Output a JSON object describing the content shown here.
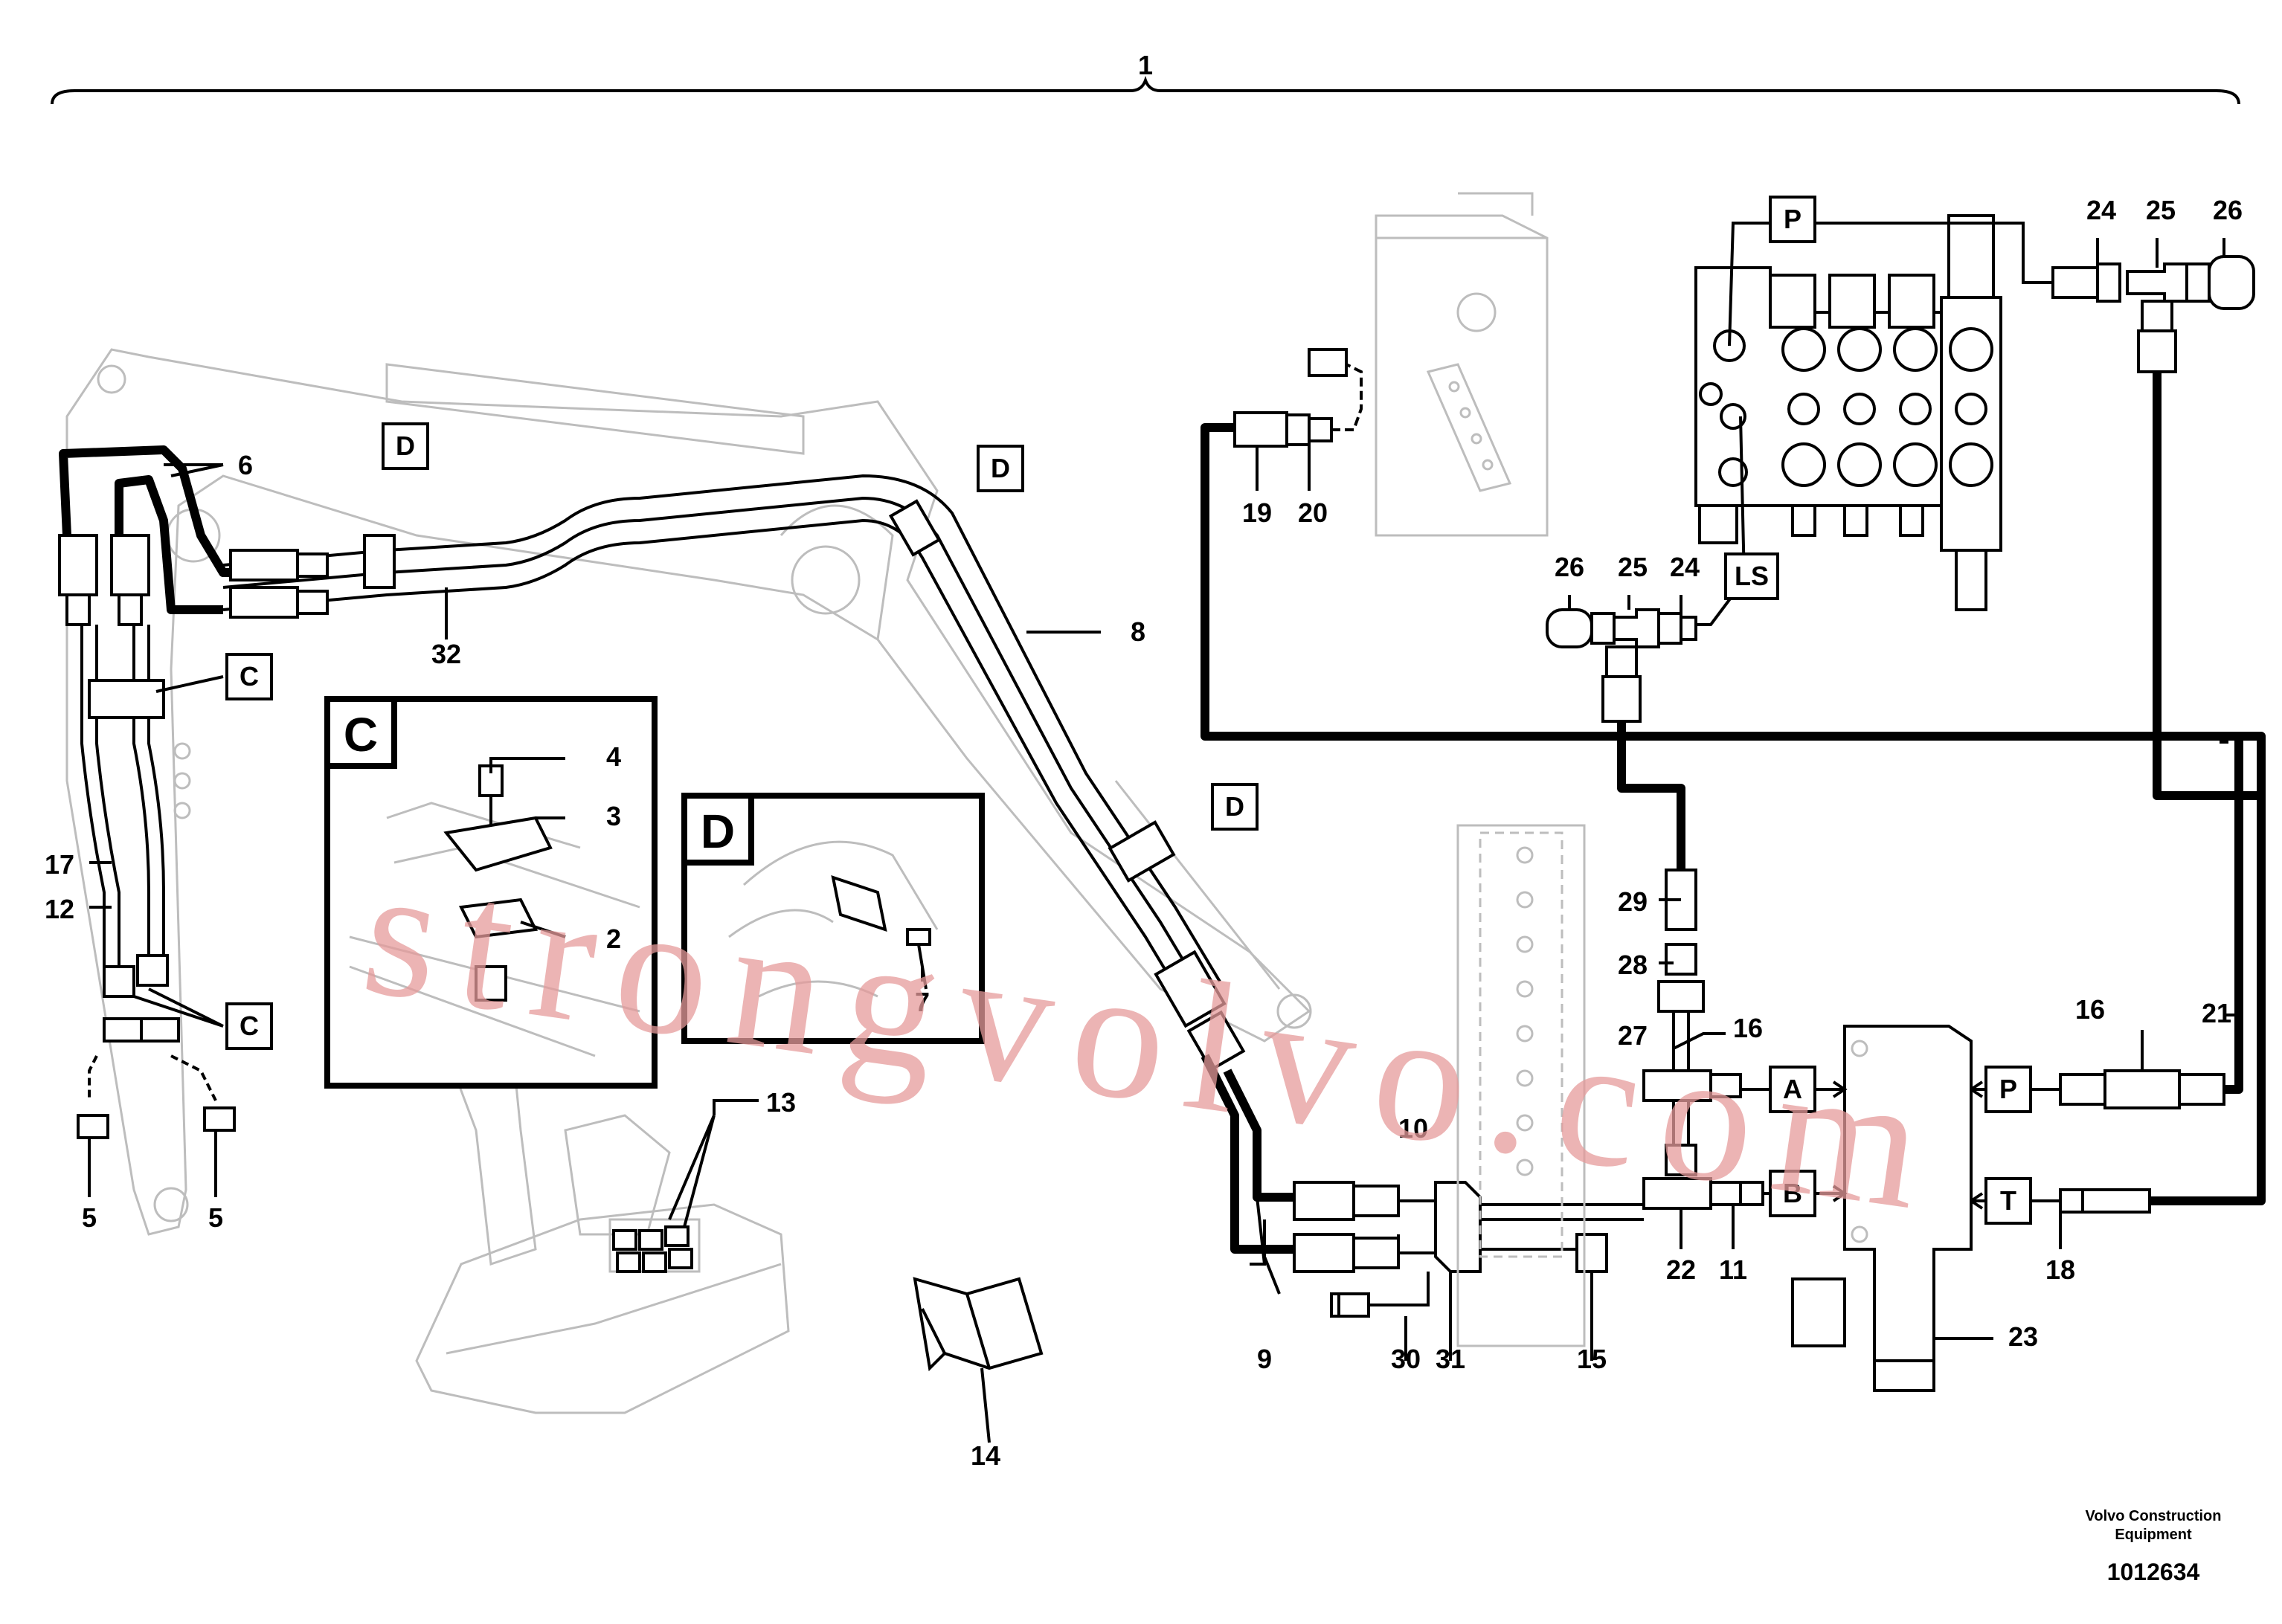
{
  "title_number": "1",
  "part_labels": [
    "2",
    "3",
    "4",
    "5",
    "5",
    "6",
    "7",
    "8",
    "9",
    "10",
    "11",
    "12",
    "13",
    "14",
    "15",
    "16",
    "16",
    "17",
    "18",
    "19",
    "20",
    "21",
    "22",
    "23",
    "24",
    "24",
    "25",
    "25",
    "26",
    "26",
    "27",
    "28",
    "29",
    "30",
    "31",
    "32"
  ],
  "callout_boxes": [
    "D",
    "D",
    "D",
    "C",
    "C",
    "P",
    "LS",
    "A",
    "B",
    "P",
    "T"
  ],
  "detail_titles": [
    "C",
    "D"
  ],
  "watermark": "strongvolvo.com",
  "footer": {
    "company_line1": "Volvo Construction",
    "company_line2": "Equipment",
    "drawing_number": "1012634"
  },
  "colors": {
    "line": "#000000",
    "ghost": "#bdbdbd",
    "watermark": "#e69b9b"
  }
}
